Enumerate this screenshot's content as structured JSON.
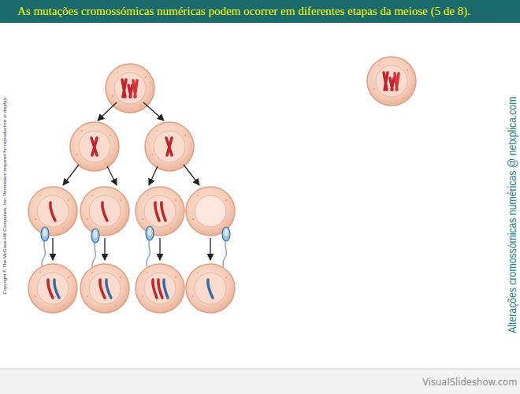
{
  "diagram": {
    "title": "As mutações cromossómicas numéricas podem ocorrer em diferentes etapas da meiose (5 de 8).",
    "labels": [
      "Copyright © The McGraw-Hill Companies, Inc. Permission required for reproduction or display.",
      "Alterações cromossómicas numéricas @ netxplica.com",
      "VisualSlideshow.com"
    ]
  }
}
